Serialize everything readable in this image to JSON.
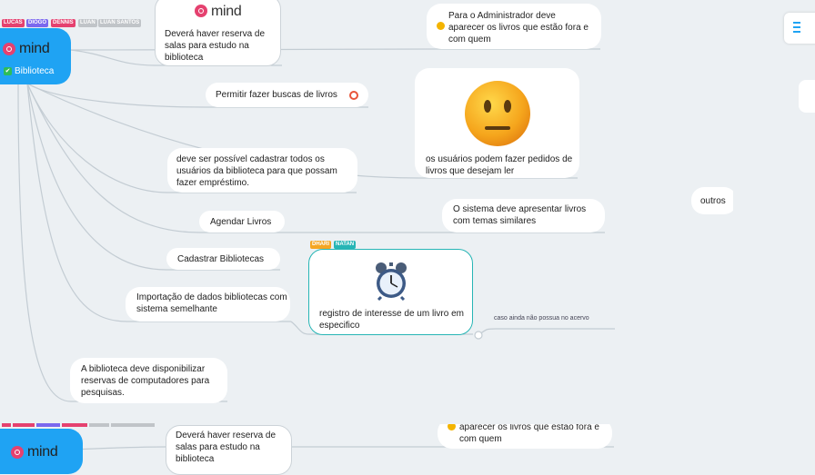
{
  "top_tags": [
    {
      "label": "LUCAS",
      "color": "#e5416f"
    },
    {
      "label": "DIOGO",
      "color": "#7b68ee"
    },
    {
      "label": "DENNIS",
      "color": "#e5416f"
    },
    {
      "label": "LUAN",
      "color": "#c0c4c8"
    },
    {
      "label": "LUAN SANTOS",
      "color": "#c0c4c8"
    }
  ],
  "root": {
    "logo": "mind",
    "title": "Biblioteca",
    "check_icon": "check-icon"
  },
  "nodes": {
    "reserva_salas": "Deverá haver reserva de salas para estudo na biblioteca",
    "admin_livros": "Para o Administrador deve aparecer os livros que estão fora e com quem",
    "buscas": "Permitir fazer buscas de livros",
    "pedidos": "os usuários podem fazer pedidos de livros que desejam ler",
    "cadastrar_usuarios": "deve ser possível cadastrar todos os usuários da biblioteca para que possam fazer empréstimo.",
    "livros_similares": "O sistema deve apresentar livros com temas similares",
    "outros": "outros",
    "agendar": "Agendar Livros",
    "cadastrar_bibliotecas": "Cadastrar Bibliotecas",
    "importacao": "Importação de dados bibliotecas com sistema semelhante",
    "registro": "registro de interesse de um  livro em especifico",
    "computadores": "A biblioteca deve disponibilizar reservas de computadores para pesquisas.",
    "caso": "caso ainda não possua no acervo"
  },
  "registro_tags": [
    {
      "label": "DHARI",
      "color": "#f5a623"
    },
    {
      "label": "NATAN",
      "color": "#26b5b5"
    }
  ],
  "mind_logo_text": "mind",
  "bottom": {
    "reserva_salas": "Deverá haver reserva de salas para estudo na biblioteca",
    "admin_tail": "aparecer os livros que estão fora e com quem",
    "logo": "mind"
  },
  "icons": [
    "alarm-clock-icon",
    "neutral-face-icon",
    "smiley-icon",
    "target-icon"
  ]
}
